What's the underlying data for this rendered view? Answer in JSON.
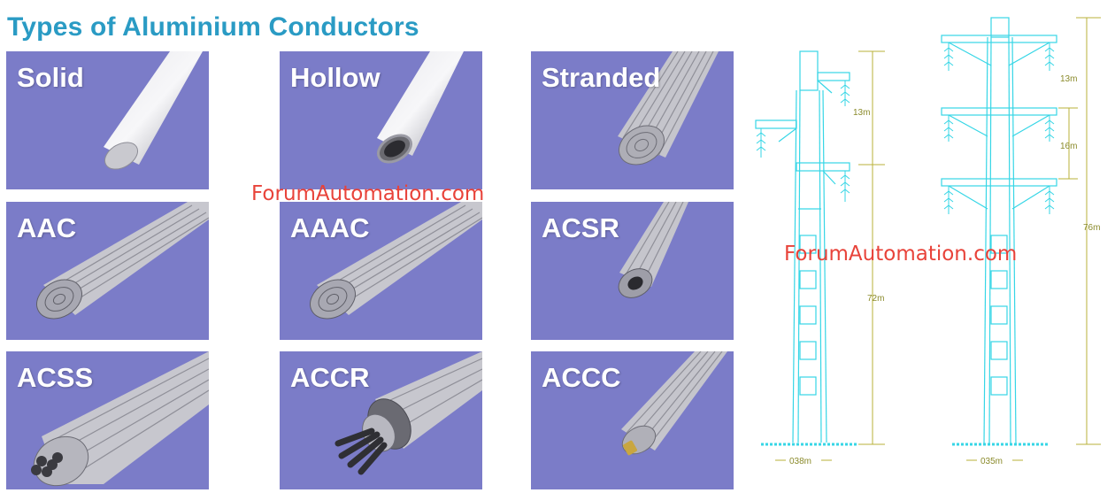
{
  "title": "Types of Aluminium Conductors",
  "watermark": "ForumAutomation.com",
  "conductors": [
    {
      "label": "Solid",
      "kind": "solid"
    },
    {
      "label": "Hollow",
      "kind": "hollow"
    },
    {
      "label": "Stranded",
      "kind": "stranded"
    },
    {
      "label": "AAC",
      "kind": "aac"
    },
    {
      "label": "AAAC",
      "kind": "aaac"
    },
    {
      "label": "ACSR",
      "kind": "acsr"
    },
    {
      "label": "ACSS",
      "kind": "acss"
    },
    {
      "label": "ACCR",
      "kind": "accr"
    },
    {
      "label": "ACCC",
      "kind": "accc"
    }
  ],
  "tower_left": {
    "cross_arm_spacing": "13m",
    "height": "72m",
    "base": "038m"
  },
  "tower_right": {
    "arm_spacing_top": "13m",
    "arm_spacing_mid": "16m",
    "height": "76m",
    "base": "035m"
  },
  "colors": {
    "title": "#2a9bc4",
    "tile_bg": "#7b7cc8",
    "tower_line": "#36d6e6",
    "dimension_line": "#b8b23a",
    "watermark": "#e8433a"
  }
}
